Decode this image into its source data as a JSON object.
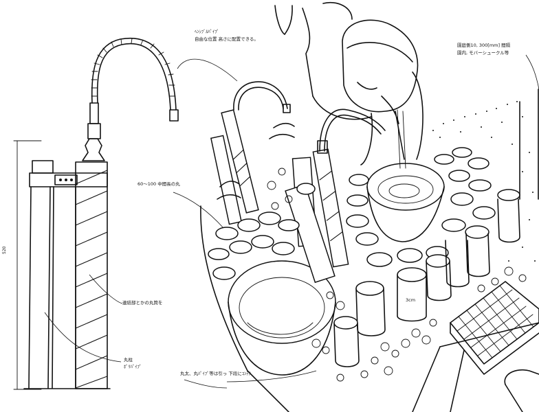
{
  "annotations": {
    "flex_pipe": "ﾍﾝｼﾌﾞﾙﾊﾟｲﾌﾟ",
    "flex_pipe_note": "自由な位置 高さに配置できる。",
    "top_right_1": "園庭側10, 300[mm] 間隔",
    "top_right_2": "園内, モバーシュークル等",
    "pipes_range": "60～100 中間長の丸",
    "dimension": "520",
    "coupling_note": "連結部とかの丸筒を",
    "stand_pipe_1": "丸柱",
    "stand_pipe_2": "ﾎﾟﾘﾊﾟｲﾌﾟ",
    "bottom_note": "丸太、丸ﾊﾟｲﾌﾟ等は引っ 下段にｺﾝﾃﾅ",
    "can_label": "3cm"
  },
  "colors": {
    "ink": "#111111",
    "paper": "#ffffff"
  }
}
